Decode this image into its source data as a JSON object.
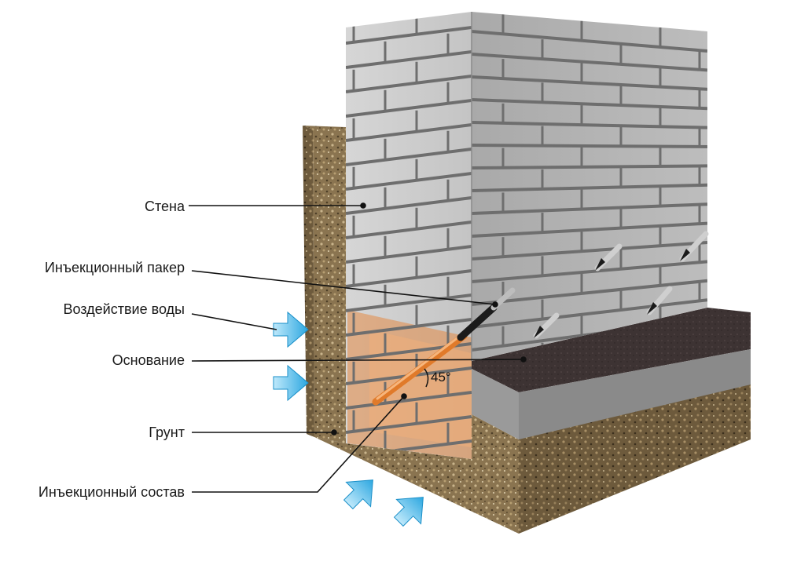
{
  "labels": {
    "wall": "Стена",
    "packer": "Инъекционный пакер",
    "water": "Воздействие воды",
    "base": "Основание",
    "soil": "Грунт",
    "compound": "Инъекционный состав"
  },
  "angle": "45°",
  "colors": {
    "brick_light": "#c9c9c9",
    "mortar": "#6e6e6e",
    "soil": "#8a7450",
    "base_dark": "#3b3232",
    "concrete": "#8f8f8f",
    "injection": "#e07a2a",
    "water_arrow": "#3fb3e6",
    "line": "#111111"
  }
}
